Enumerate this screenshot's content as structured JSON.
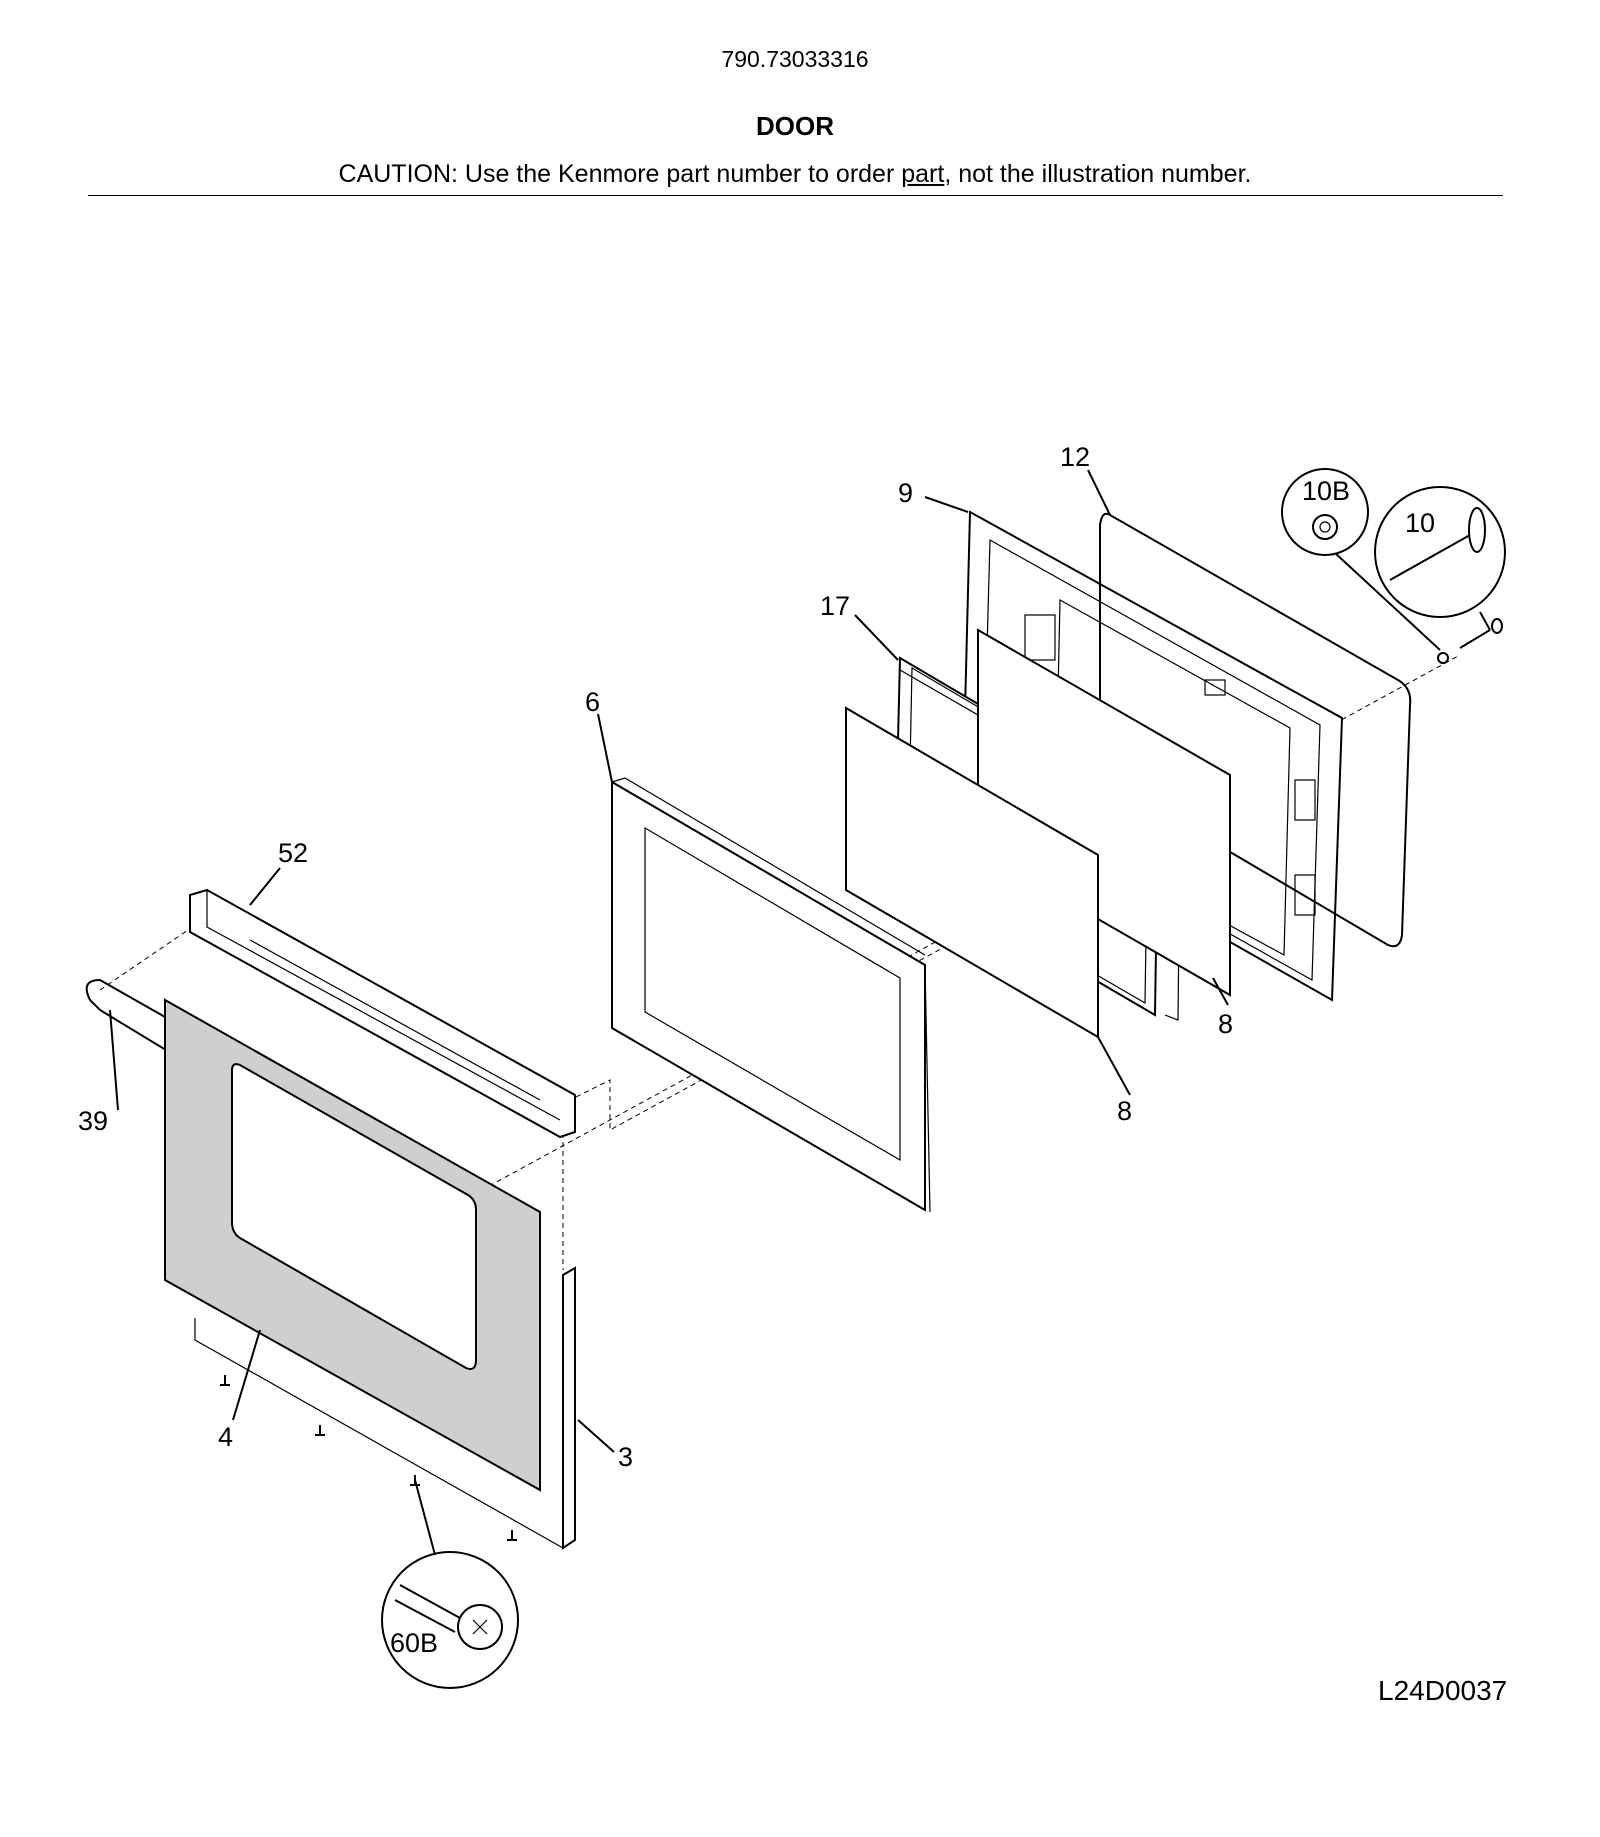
{
  "header": {
    "model_number": "790.73033316",
    "title": "DOOR",
    "caution_prefix": "CAUTION: Use the Kenmore part number to order ",
    "caution_underlined": "part",
    "caution_suffix": ", not the illustration number."
  },
  "callouts": {
    "c12": "12",
    "c9": "9",
    "c10b": "10B",
    "c10": "10",
    "c17": "17",
    "c6": "6",
    "c52": "52",
    "c39": "39",
    "c8a": "8",
    "c8b": "8",
    "c4": "4",
    "c3": "3",
    "c60b": "60B"
  },
  "footer": {
    "drawing_code": "L24D0037"
  }
}
